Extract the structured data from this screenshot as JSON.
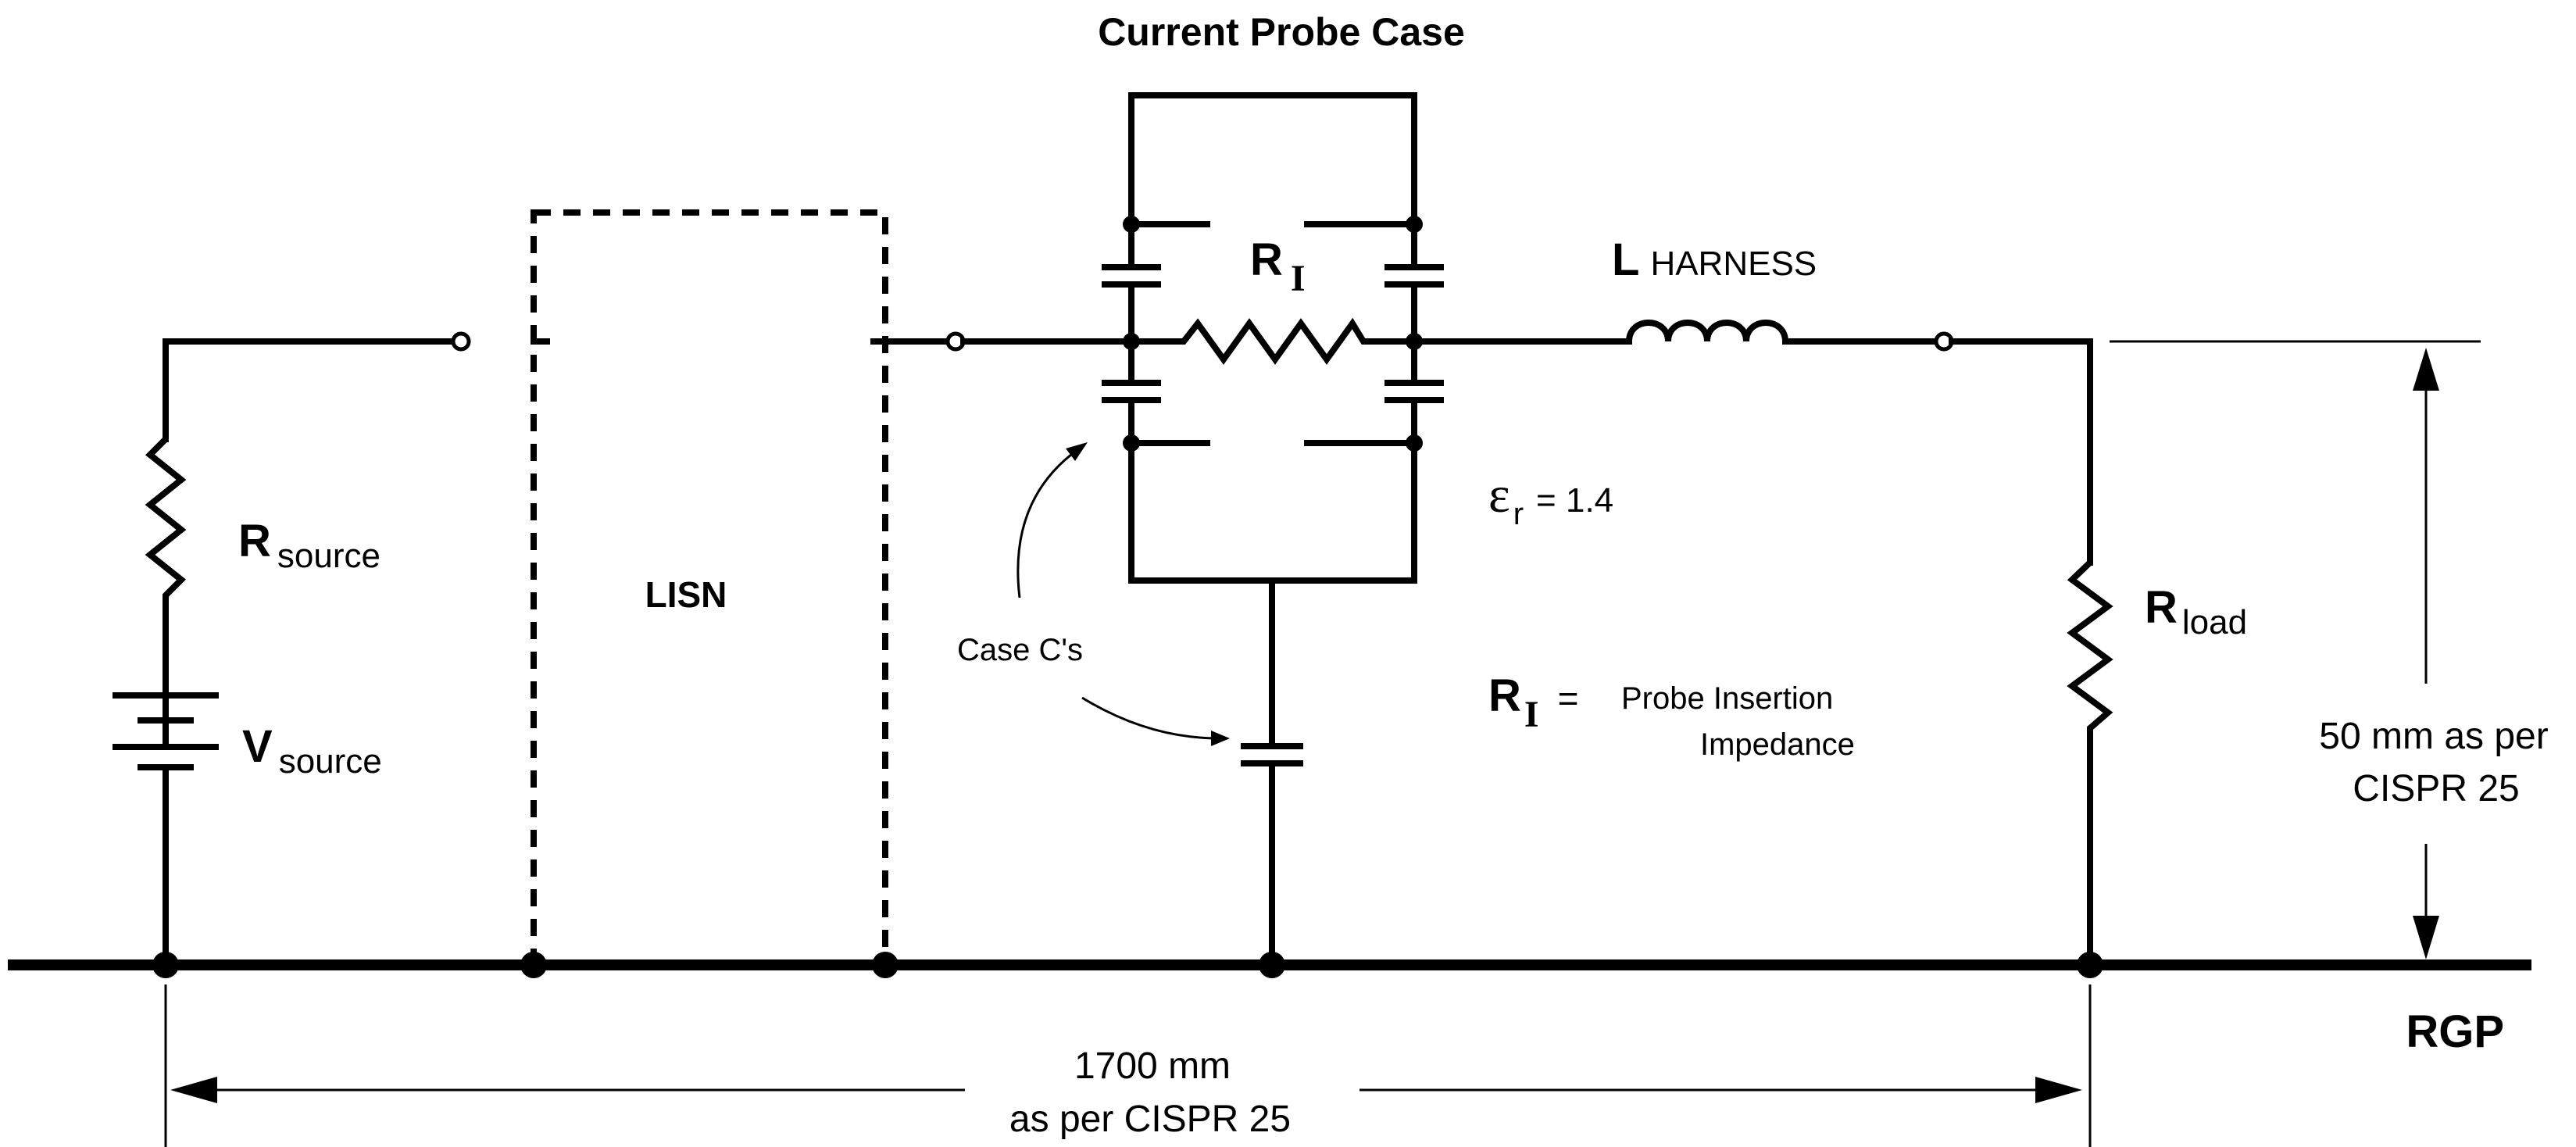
{
  "title": "Current Probe Case",
  "labels": {
    "r_source_main": "R",
    "r_source_sub": "source",
    "v_source_main": "V",
    "v_source_sub": "source",
    "lisn": "LISN",
    "r_i_main": "R",
    "r_i_sub": "I",
    "l_harness_main": "L",
    "l_harness_sub": "HARNESS",
    "epsilon_symbol": "ε",
    "epsilon_sub": "r",
    "epsilon_value": "= 1.4",
    "case_caps": "Case C's",
    "r_load_main": "R",
    "r_load_sub": "load",
    "ri_def_main": "R",
    "ri_def_sub": "I",
    "ri_def_eq": "=",
    "ri_def_line1": "Probe Insertion",
    "ri_def_line2": "Impedance",
    "height_line1": "50 mm as per",
    "height_line2": "CISPR 25",
    "rgp": "RGP",
    "length_line1": "1700 mm",
    "length_line2": "as per CISPR 25"
  }
}
